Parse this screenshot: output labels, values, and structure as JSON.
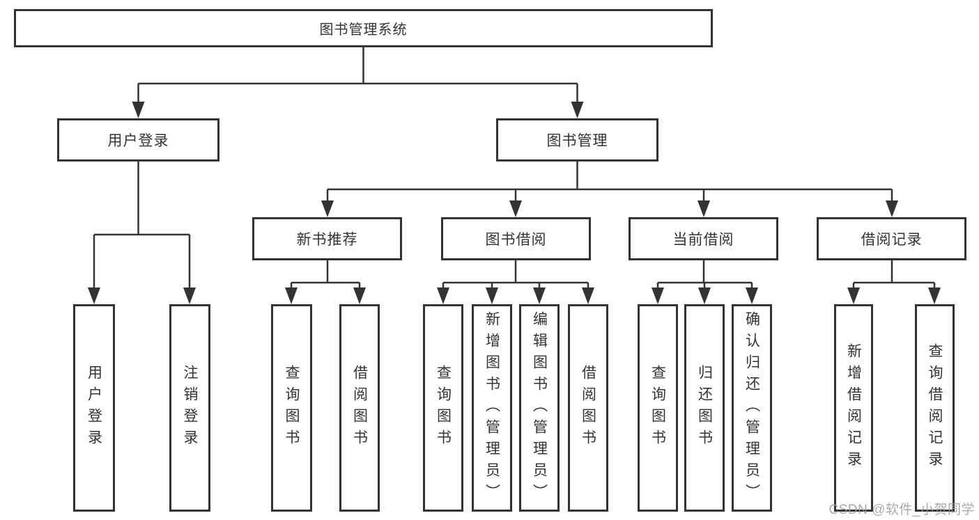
{
  "diagram": {
    "title_node": {
      "label": "图书管理系统"
    },
    "level2": {
      "user_login": {
        "label": "用户登录"
      },
      "book_mgmt": {
        "label": "图书管理"
      }
    },
    "level3": {
      "new_book_rec": {
        "label": "新书推荐"
      },
      "book_borrow": {
        "label": "图书借阅"
      },
      "current_borrow": {
        "label": "当前借阅"
      },
      "borrow_record": {
        "label": "借阅记录"
      }
    },
    "leaves": {
      "ul_login": {
        "label": "用户登录"
      },
      "ul_logout": {
        "label": "注销登录"
      },
      "nb_query": {
        "label": "查询图书"
      },
      "nb_borrow": {
        "label": "借阅图书"
      },
      "bb_query": {
        "label": "查询图书"
      },
      "bb_add": {
        "label": "新增图书（管理员）"
      },
      "bb_edit": {
        "label": "编辑图书（管理员）"
      },
      "bb_borrow": {
        "label": "借阅图书"
      },
      "cb_query": {
        "label": "查询图书"
      },
      "cb_return": {
        "label": "归还图书"
      },
      "cb_confirm": {
        "label": "确认归还（管理员）"
      },
      "br_add": {
        "label": "新增借阅记录"
      },
      "br_query": {
        "label": "查询借阅记录"
      }
    }
  },
  "watermark": {
    "text": "CSDN @软件_小贺同学"
  },
  "colors": {
    "line": "#333333",
    "box_border": "#333333",
    "text": "#333333",
    "watermark": "#9b9b9b",
    "background": "#ffffff"
  }
}
